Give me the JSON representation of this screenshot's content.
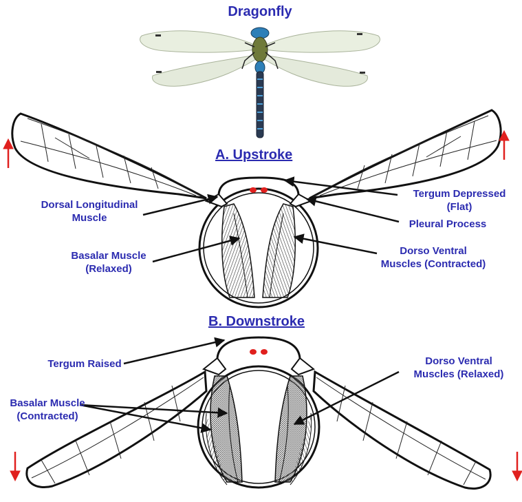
{
  "title": "Dragonfly",
  "upstroke": {
    "heading": "A. Upstroke",
    "labels": {
      "dorsal_longitudinal_line1": "Dorsal Longitudinal",
      "dorsal_longitudinal_line2": "Muscle",
      "basalar_line1": "Basalar Muscle",
      "basalar_line2": "(Relaxed)",
      "tergum_line1": "Tergum Depressed",
      "tergum_line2": "(Flat)",
      "pleural": "Pleural Process",
      "dorso_line1": "Dorso Ventral",
      "dorso_line2": "Muscles (Contracted)"
    },
    "arrow_direction": "up"
  },
  "downstroke": {
    "heading": "B. Downstroke",
    "labels": {
      "tergum": "Tergum Raised",
      "basalar_line1": "Basalar Muscle",
      "basalar_line2": "(Contracted)",
      "dorso_line1": "Dorso Ventral",
      "dorso_line2": "Muscles (Relaxed)"
    },
    "arrow_direction": "down"
  },
  "colors": {
    "label_text": "#2b2bb0",
    "arrow": "#e0201e",
    "dragonfly_body": "#2d7fb8",
    "outline": "#111111"
  }
}
